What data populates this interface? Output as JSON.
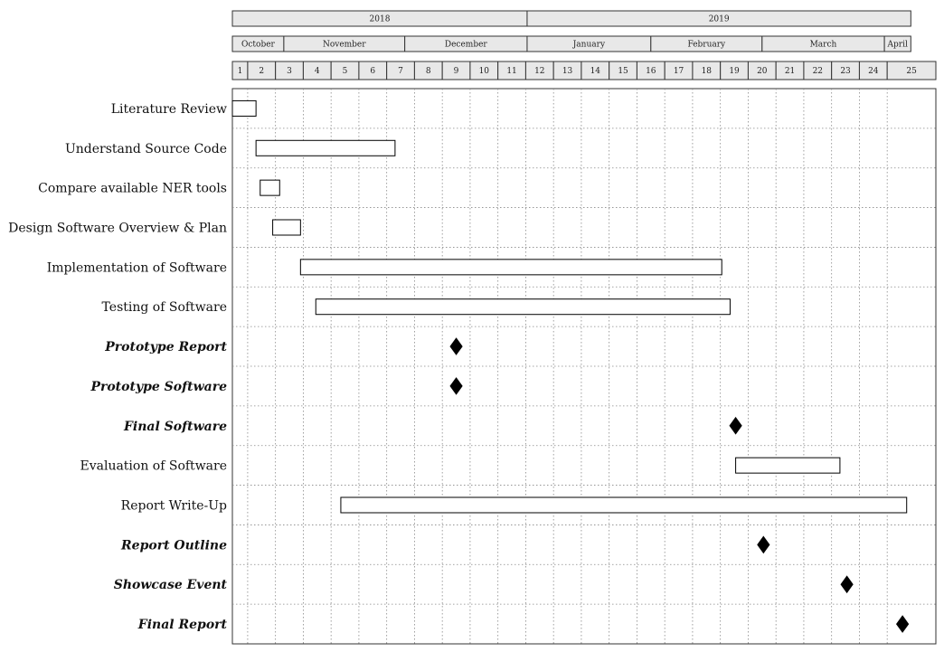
{
  "chart_data": {
    "type": "gantt",
    "years": [
      {
        "label": "2018",
        "start_week": 1,
        "end_week": 11.6
      },
      {
        "label": "2019",
        "start_week": 11.6,
        "end_week": 25.4
      }
    ],
    "months": [
      {
        "label": "October",
        "start_week": 1,
        "end_week": 2.85
      },
      {
        "label": "November",
        "start_week": 2.85,
        "end_week": 7.2
      },
      {
        "label": "December",
        "start_week": 7.2,
        "end_week": 11.6
      },
      {
        "label": "January",
        "start_week": 11.6,
        "end_week": 16.05
      },
      {
        "label": "February",
        "start_week": 16.05,
        "end_week": 20.05
      },
      {
        "label": "March",
        "start_week": 20.05,
        "end_week": 24.45
      },
      {
        "label": "April",
        "start_week": 24.45,
        "end_week": 25.4
      }
    ],
    "weeks": [
      "1",
      "2",
      "3",
      "4",
      "5",
      "6",
      "7",
      "8",
      "9",
      "10",
      "11",
      "12",
      "13",
      "14",
      "15",
      "16",
      "17",
      "18",
      "19",
      "20",
      "21",
      "22",
      "23",
      "24",
      "25"
    ],
    "tasks": [
      {
        "label": "Literature Review",
        "kind": "bar",
        "start": 1.0,
        "end": 1.85
      },
      {
        "label": "Understand Source Code",
        "kind": "bar",
        "start": 1.85,
        "end": 6.85
      },
      {
        "label": "Compare available NER tools",
        "kind": "bar",
        "start": 2.0,
        "end": 2.7
      },
      {
        "label": "Design Software Overview & Plan",
        "kind": "bar",
        "start": 2.45,
        "end": 3.45
      },
      {
        "label": "Implementation of Software",
        "kind": "bar",
        "start": 3.45,
        "end": 18.6
      },
      {
        "label": "Testing of Software",
        "kind": "bar",
        "start": 4.0,
        "end": 18.9
      },
      {
        "label": "Prototype Report",
        "kind": "milestone",
        "at": 9.05
      },
      {
        "label": "Prototype Software",
        "kind": "milestone",
        "at": 9.05
      },
      {
        "label": "Final Software",
        "kind": "milestone",
        "at": 19.1
      },
      {
        "label": "Evaluation of Software",
        "kind": "bar",
        "start": 19.1,
        "end": 22.85
      },
      {
        "label": "Report Write-Up",
        "kind": "bar",
        "start": 4.9,
        "end": 25.25
      },
      {
        "label": "Report Outline",
        "kind": "milestone",
        "at": 20.1
      },
      {
        "label": "Showcase Event",
        "kind": "milestone",
        "at": 23.1
      },
      {
        "label": "Final Report",
        "kind": "milestone",
        "at": 25.1
      }
    ]
  }
}
